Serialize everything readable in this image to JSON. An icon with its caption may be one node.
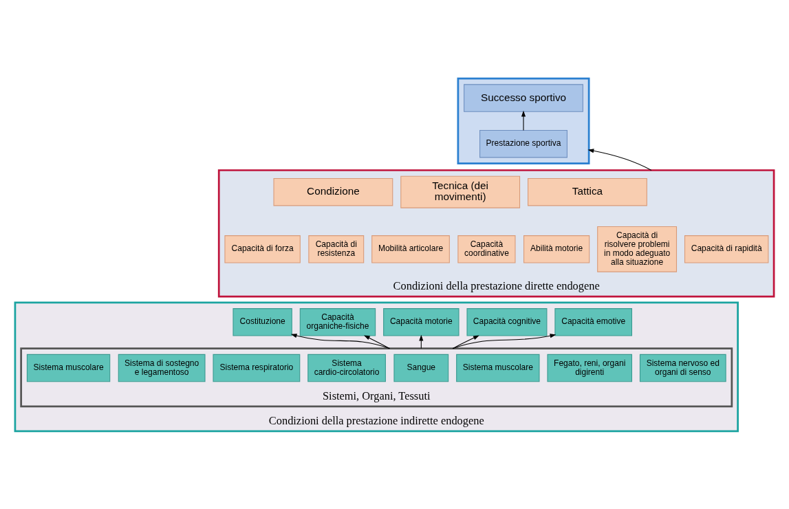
{
  "diagram": {
    "nodes": [
      {
        "text": [],
        "shape": "box"
      },
      {
        "text": [
          "Successo sportivo"
        ],
        "in": 0
      },
      {
        "text": [
          "Prestazione sportiva"
        ],
        "in": 0
      },
      {
        "text": [
          "Condizioni della prestazione dirette endogene"
        ]
      },
      {
        "text": [
          "Condizione"
        ],
        "in": 3
      },
      {
        "text": [
          "Tecnica (dei movimenti)"
        ],
        "in": 3
      },
      {
        "text": [
          "Tattica"
        ],
        "in": 3
      },
      {
        "text": [
          "Capacità di forza"
        ],
        "in": 3
      },
      {
        "text": [
          "Capacità di resistenza"
        ],
        "in": 3
      },
      {
        "text": [
          "Capacità di rapidità"
        ],
        "in": 3
      },
      {
        "text": [
          "Mobilità articolare"
        ],
        "in": 3
      },
      {
        "text": [
          "Capacità coordinative"
        ],
        "in": 3
      },
      {
        "text": [
          "Abilità motorie"
        ],
        "in": 3
      },
      {
        "text": [
          "Capacità di risolvere problemi in modo adeguato alla situazione"
        ],
        "in": 3
      },
      {
        "text": [
          "Condizioni della prestazione indirette endogene"
        ]
      },
      {
        "text": [
          "Costituzione"
        ],
        "in": 14
      },
      {
        "text": [
          "Capacità organiche-fisiche"
        ],
        "in": 14
      },
      {
        "text": [
          "Capacità motorie"
        ],
        "in": 14
      },
      {
        "text": [
          "Capacità cognitive"
        ],
        "in": 14
      },
      {
        "text": [
          "Capacità emotive"
        ],
        "in": 14
      },
      {
        "text": [
          "Sistemi, Organi, Tessuti"
        ],
        "in": 14
      },
      {
        "text": [
          "Sistema muscolare"
        ],
        "in": 20
      },
      {
        "text": [
          "Sistema di sostegno e legamentoso"
        ],
        "in": 20
      },
      {
        "text": [
          "Sistema respiratorio"
        ],
        "in": 20
      },
      {
        "text": [
          "Sistema cardio-circolatorio"
        ],
        "in": 20
      },
      {
        "text": [
          "Sangue"
        ],
        "in": 20
      },
      {
        "text": [
          "Sistema muscolare"
        ],
        "in": 20
      },
      {
        "text": [
          "Fegato, reni, organi digirenti"
        ],
        "in": 20
      },
      {
        "text": [
          "Sistema nervoso ed organi di senso"
        ],
        "in": 20
      }
    ],
    "edges": [
      {
        "from": 2,
        "to": 1,
        "arrow": "to"
      },
      {
        "from": 3,
        "to": 0,
        "arrow": "to"
      },
      {
        "from": 20,
        "to": 15,
        "arrow": "to"
      },
      {
        "from": 20,
        "to": 16,
        "arrow": "to"
      },
      {
        "from": 20,
        "to": 17,
        "arrow": "to"
      },
      {
        "from": 20,
        "to": 18,
        "arrow": "to"
      },
      {
        "from": 20,
        "to": 19,
        "arrow": "to"
      }
    ]
  }
}
